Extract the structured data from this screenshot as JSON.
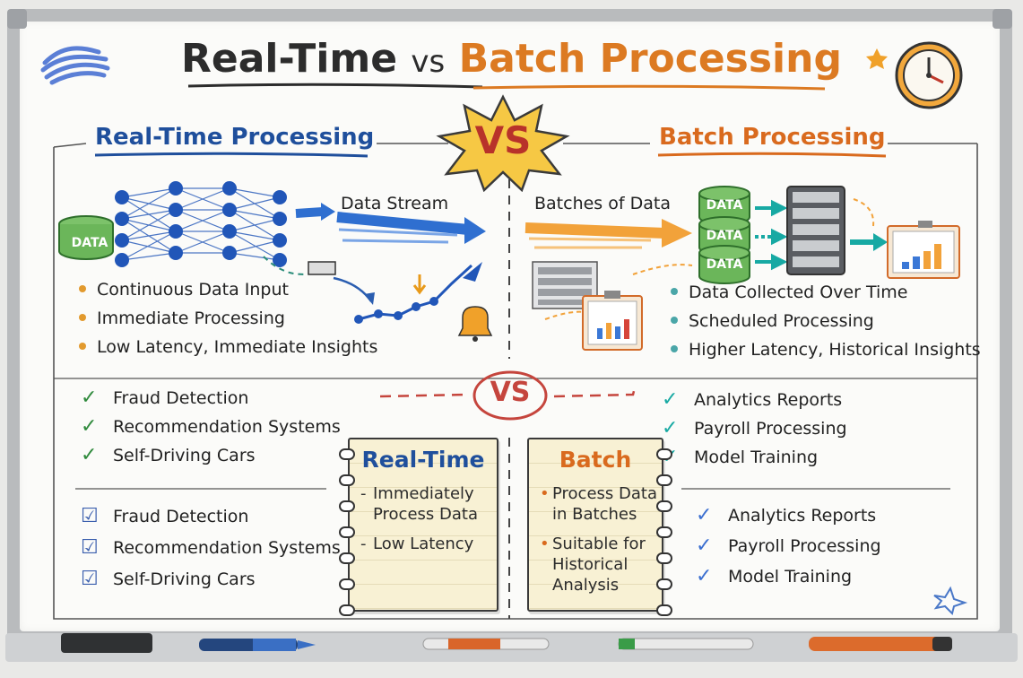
{
  "title": {
    "left": "Real-Time",
    "vs": "vs",
    "right": "Batch Processing"
  },
  "vs_label": "VS",
  "realtime": {
    "heading": "Real-Time Processing",
    "db_label": "DATA",
    "stream_label": "Data Stream",
    "features": [
      "Continuous Data Input",
      "Immediate Processing",
      "Low Latency, Immediate Insights"
    ],
    "use_cases": [
      "Fraud Detection",
      "Recommendation Systems",
      "Self-Driving Cars"
    ],
    "use_cases_repeat": [
      "Fraud Detection",
      "Recommendation Systems",
      "Self-Driving Cars"
    ]
  },
  "batch": {
    "heading": "Batch Processing",
    "batches_label": "Batches of Data",
    "db_labels": [
      "DATA",
      "DATA",
      "DATA"
    ],
    "features": [
      "Data Collected Over Time",
      "Scheduled Processing",
      "Higher Latency, Historical Insights"
    ],
    "use_cases": [
      "Analytics Reports",
      "Payroll Processing",
      "Model Training"
    ],
    "use_cases_repeat": [
      "Analytics Reports",
      "Payroll Processing",
      "Model Training"
    ]
  },
  "notes": {
    "realtime": {
      "title": "Real-Time",
      "items": [
        "Immediately Process Data",
        "Low Latency"
      ]
    },
    "batch": {
      "title": "Batch",
      "items": [
        "Process Data in Batches",
        "Suitable for Historical Analysis"
      ]
    }
  },
  "colors": {
    "blue": "#1f4f9c",
    "orange": "#d96a1e",
    "green": "#2f8a3c",
    "teal": "#17a9a3",
    "node": "#2156b8"
  }
}
